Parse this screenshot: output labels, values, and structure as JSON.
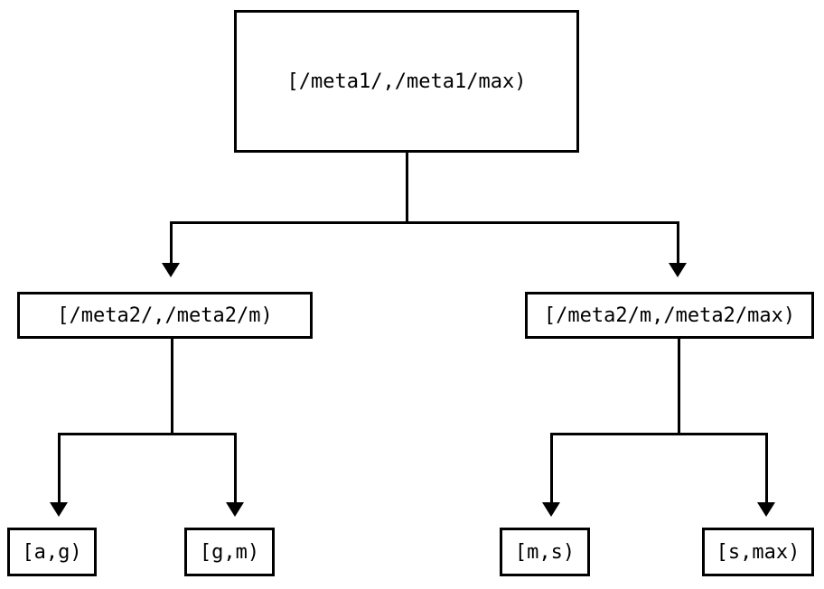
{
  "diagram": {
    "type": "tree",
    "orientation": "top-down",
    "background_color": "#ffffff",
    "line_color": "#000000",
    "text_color": "#000000",
    "root": {
      "label": "[/meta1/,/meta1/max)"
    },
    "level2": [
      {
        "label": "[/meta2/,/meta2/m)"
      },
      {
        "label": "[/meta2/m,/meta2/max)"
      }
    ],
    "leaves": [
      {
        "label": "[a,g)"
      },
      {
        "label": "[g,m)"
      },
      {
        "label": "[m,s)"
      },
      {
        "label": "[s,max)"
      }
    ]
  }
}
